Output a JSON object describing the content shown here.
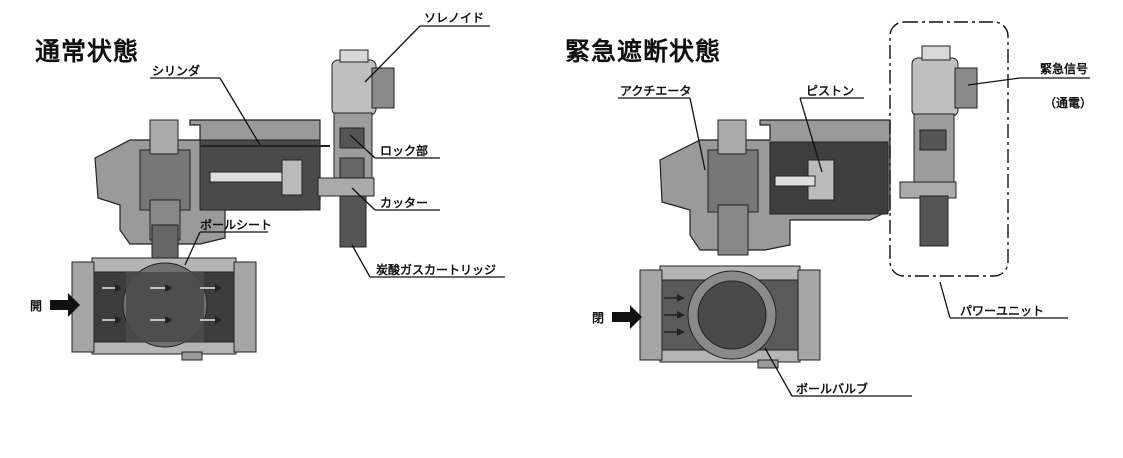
{
  "left": {
    "title": "通常状態",
    "labels": {
      "solenoid": "ソレノイド",
      "cylinder": "シリンダ",
      "lock": "ロック部",
      "cutter": "カッター",
      "ball_seat": "ボールシート",
      "cartridge": "炭酸ガスカートリッジ",
      "state": "開"
    }
  },
  "right": {
    "title": "緊急遮断状態",
    "labels": {
      "actuator": "アクチエータ",
      "piston": "ピストン",
      "signal": "緊急信号",
      "signal_note": "（通電）",
      "power_unit": "パワーユニット",
      "ball_valve": "ボールバルブ",
      "state": "閉"
    }
  }
}
